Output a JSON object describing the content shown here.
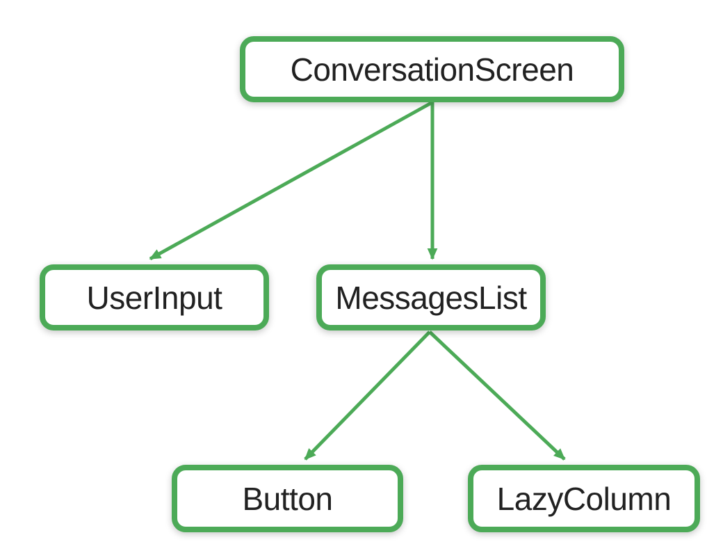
{
  "diagram": {
    "type": "tree",
    "description_visible_content_only": "UI component hierarchy tree of green rounded nodes connected by green arrows",
    "nodes": {
      "conversation_screen": {
        "label": "ConversationScreen"
      },
      "user_input": {
        "label": "UserInput"
      },
      "messages_list": {
        "label": "MessagesList"
      },
      "button": {
        "label": "Button"
      },
      "lazy_column": {
        "label": "LazyColumn"
      }
    },
    "edges": [
      {
        "from": "ConversationScreen",
        "to": "UserInput",
        "arrow": "filled-triangle"
      },
      {
        "from": "ConversationScreen",
        "to": "MessagesList",
        "arrow": "filled-triangle"
      },
      {
        "from": "MessagesList",
        "to": "Button",
        "arrow": "filled-triangle"
      },
      {
        "from": "MessagesList",
        "to": "LazyColumn",
        "arrow": "filled-triangle"
      }
    ],
    "colors": {
      "accent": "#4CAA57",
      "text": "#212121",
      "background": "#FFFFFF"
    }
  }
}
